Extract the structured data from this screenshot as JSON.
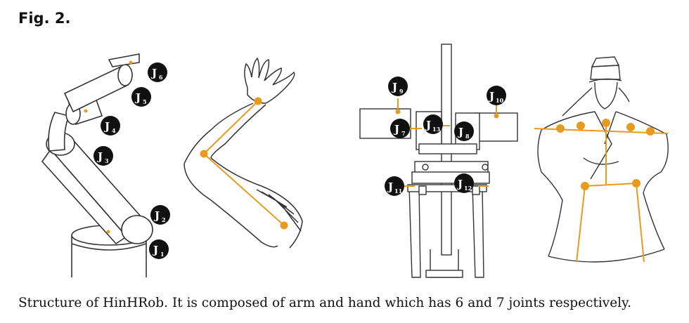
{
  "figure": {
    "label": "Fig. 2.",
    "caption": "Structure of HinHRob. It is composed of arm and hand which has 6 and 7 joints respectively.",
    "colors": {
      "skeleton": "#e89a1e",
      "joint_badge": "#111111",
      "line_art": "#333333"
    },
    "robot_arm_joints": [
      {
        "main": "J",
        "sub": "6"
      },
      {
        "main": "J",
        "sub": "5"
      },
      {
        "main": "J",
        "sub": "4"
      },
      {
        "main": "J",
        "sub": "3"
      },
      {
        "main": "J",
        "sub": "2"
      },
      {
        "main": "J",
        "sub": "1"
      }
    ],
    "frame_joints": [
      {
        "main": "J",
        "sub": "9"
      },
      {
        "main": "J",
        "sub": "10"
      },
      {
        "main": "J",
        "sub": "7"
      },
      {
        "main": "J",
        "sub": "13"
      },
      {
        "main": "J",
        "sub": "8"
      },
      {
        "main": "J",
        "sub": "11"
      },
      {
        "main": "J",
        "sub": "12"
      }
    ]
  }
}
